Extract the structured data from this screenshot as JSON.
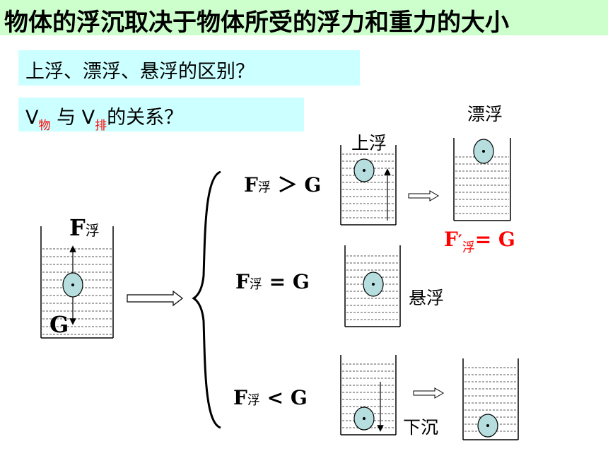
{
  "title": "物体的浮沉取决于物体所受的浮力和重力的大小",
  "questions": {
    "q1": "上浮、漂浮、悬浮的区别？",
    "q2_prefix_v1": "V",
    "q2_sub1": "物",
    "q2_mid": " 与  V",
    "q2_sub2": "排",
    "q2_suffix": "的关系？"
  },
  "left_diagram": {
    "force_up_main": "F",
    "force_up_sub": "浮",
    "force_down": "G"
  },
  "conditions": {
    "rise": {
      "f": "F",
      "sub": "浮",
      "rel": " ＞ G"
    },
    "suspend": {
      "f": "F",
      "sub": "浮",
      "rel": " = G"
    },
    "sink": {
      "f": "F",
      "sub": "浮",
      "rel": " < G"
    }
  },
  "states": {
    "rise_label": "上浮",
    "float_label": "漂浮",
    "suspend_label": "悬浮",
    "sink_label": "下沉",
    "float_eq_main": "F",
    "float_eq_prime": "′",
    "float_eq_sub": "浮",
    "float_eq_rel": "= G"
  },
  "colors": {
    "title_bg": "#ccffcc",
    "question_bg": "#ccffff",
    "ball_fill": "#b7dede",
    "accent_red": "#ff0000"
  }
}
